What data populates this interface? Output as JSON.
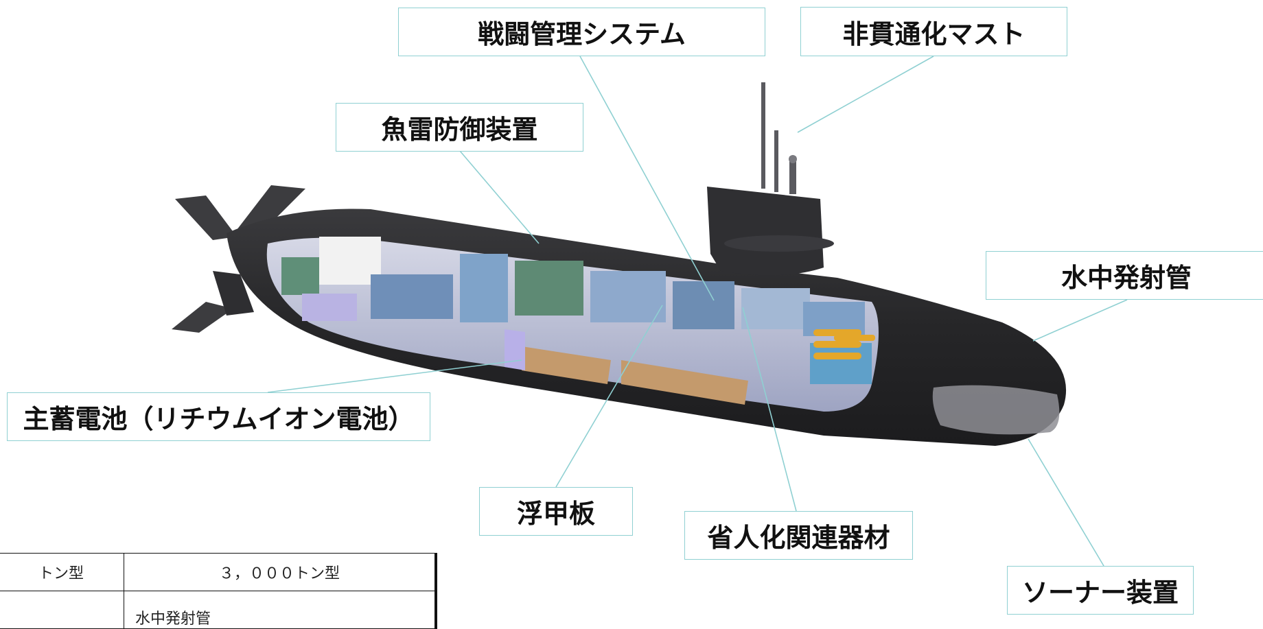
{
  "labels": {
    "combat_mgmt": "戦闘管理システム",
    "mast": "非貫通化マスト",
    "torpedo_defense": "魚雷防御装置",
    "tubes": "水中発射管",
    "battery": "主蓄電池（リチウムイオン電池）",
    "floating_deck": "浮甲板",
    "labor_saving": "省人化関連器材",
    "sonar": "ソーナー装置"
  },
  "table": {
    "header_left": "トン型",
    "header_right": "３，０００トン型",
    "row2_right": "水中発射管"
  },
  "colors": {
    "hull": "#2b2b2d",
    "leader_line": "#8fd0d2",
    "battery": "#c49a6c",
    "machinery": "#8fa9c9"
  }
}
